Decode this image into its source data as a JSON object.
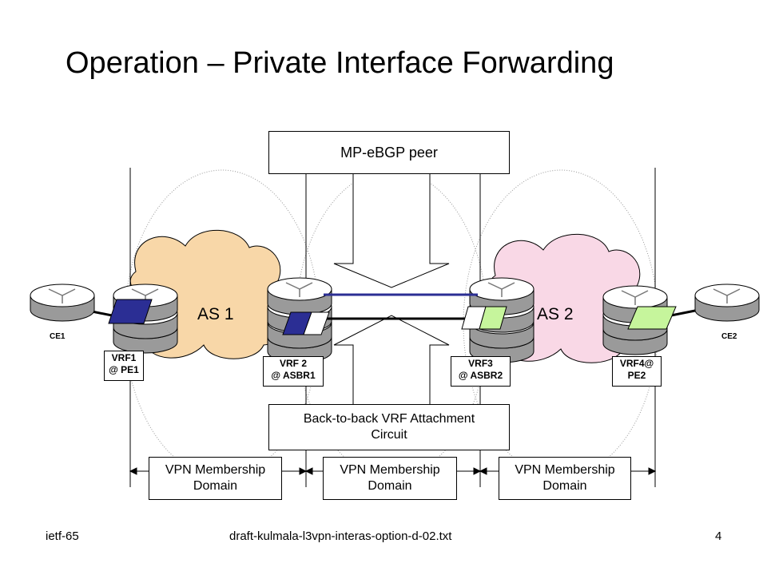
{
  "title": "Operation – Private Interface Forwarding",
  "boxes": {
    "mp_ebgp": "MP-eBGP peer",
    "b2b_line1": "Back-to-back VRF Attachment",
    "b2b_line2": "Circuit",
    "domain_line1": "VPN Membership",
    "domain_line2": "Domain"
  },
  "as_labels": {
    "as1": "AS 1",
    "as2": "AS 2"
  },
  "ce_labels": {
    "ce1": "CE1",
    "ce2": "CE2"
  },
  "vrf_labels": {
    "vrf1_line1": "VRF1",
    "vrf1_line2": "@ PE1",
    "vrf2_line1": "VRF 2",
    "vrf2_line2": "@ ASBR1",
    "vrf3_line1": "VRF3",
    "vrf3_line2": "@ ASBR2",
    "vrf4_line1": "VRF4@",
    "vrf4_line2": "PE2"
  },
  "footer": {
    "left": "ietf-65",
    "center": "draft-kulmala-l3vpn-interas-option-d-02.txt",
    "page": "4"
  },
  "colors": {
    "as1_cloud": "#F8D7A8",
    "as2_cloud": "#F9D8E6",
    "vrf_blue": "#2B2E94",
    "vrf_green": "#C6F59C",
    "link_blue": "#2B2E94"
  }
}
